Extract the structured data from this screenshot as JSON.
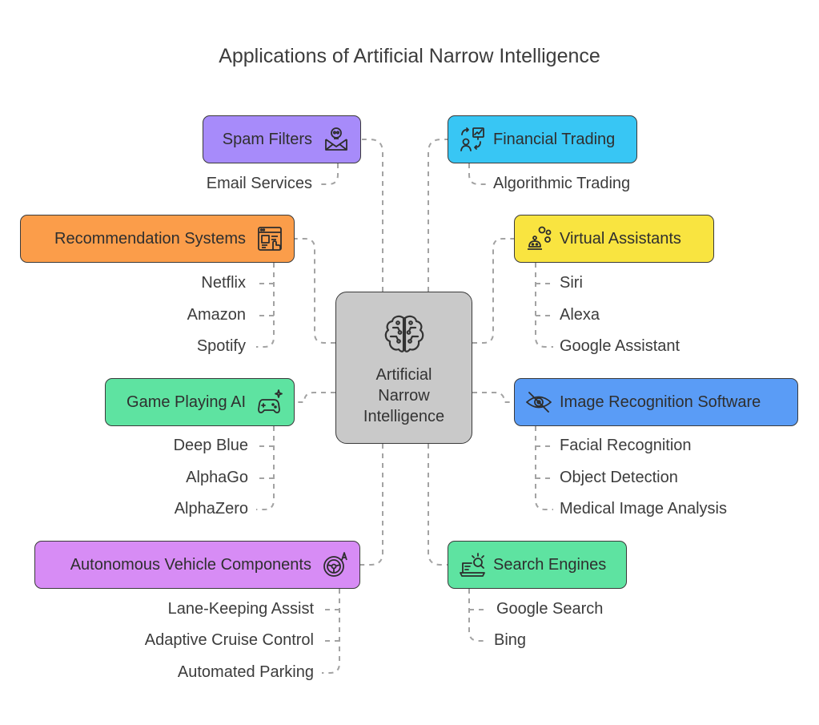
{
  "title": "Applications of Artificial Narrow Intelligence",
  "center": {
    "label_lines": [
      "Artificial",
      "Narrow",
      "Intelligence"
    ],
    "icon": "brain-icon"
  },
  "branches": {
    "spam_filters": {
      "label": "Spam Filters",
      "icon": "skull-mail-icon",
      "color": "#a78bfa",
      "leaves": [
        "Email Services"
      ]
    },
    "recommendation_systems": {
      "label": "Recommendation Systems",
      "icon": "recommendation-icon",
      "color": "#fb9d4a",
      "leaves": [
        "Netflix",
        "Amazon",
        "Spotify"
      ]
    },
    "game_playing_ai": {
      "label": "Game Playing AI",
      "icon": "gamepad-sparkle-icon",
      "color": "#5ee3a1",
      "leaves": [
        "Deep Blue",
        "AlphaGo",
        "AlphaZero"
      ]
    },
    "autonomous_vehicle": {
      "label": "Autonomous Vehicle Components",
      "icon": "steering-wheel-icon",
      "color": "#d78cf5",
      "leaves": [
        "Lane-Keeping Assist",
        "Adaptive Cruise Control",
        "Automated Parking"
      ]
    },
    "financial_trading": {
      "label": "Financial Trading",
      "icon": "trading-icon",
      "color": "#38c6f4",
      "leaves": [
        "Algorithmic Trading"
      ]
    },
    "virtual_assistants": {
      "label": "Virtual Assistants",
      "icon": "robot-icon",
      "color": "#f9e440",
      "leaves": [
        "Siri",
        "Alexa",
        "Google Assistant"
      ]
    },
    "image_recognition": {
      "label": "Image Recognition Software",
      "icon": "eye-scan-icon",
      "color": "#5a9cf6",
      "leaves": [
        "Facial Recognition",
        "Object Detection",
        "Medical Image Analysis"
      ]
    },
    "search_engines": {
      "label": "Search Engines",
      "icon": "laptop-search-icon",
      "color": "#5ee3a1",
      "leaves": [
        "Google Search",
        "Bing"
      ]
    }
  }
}
